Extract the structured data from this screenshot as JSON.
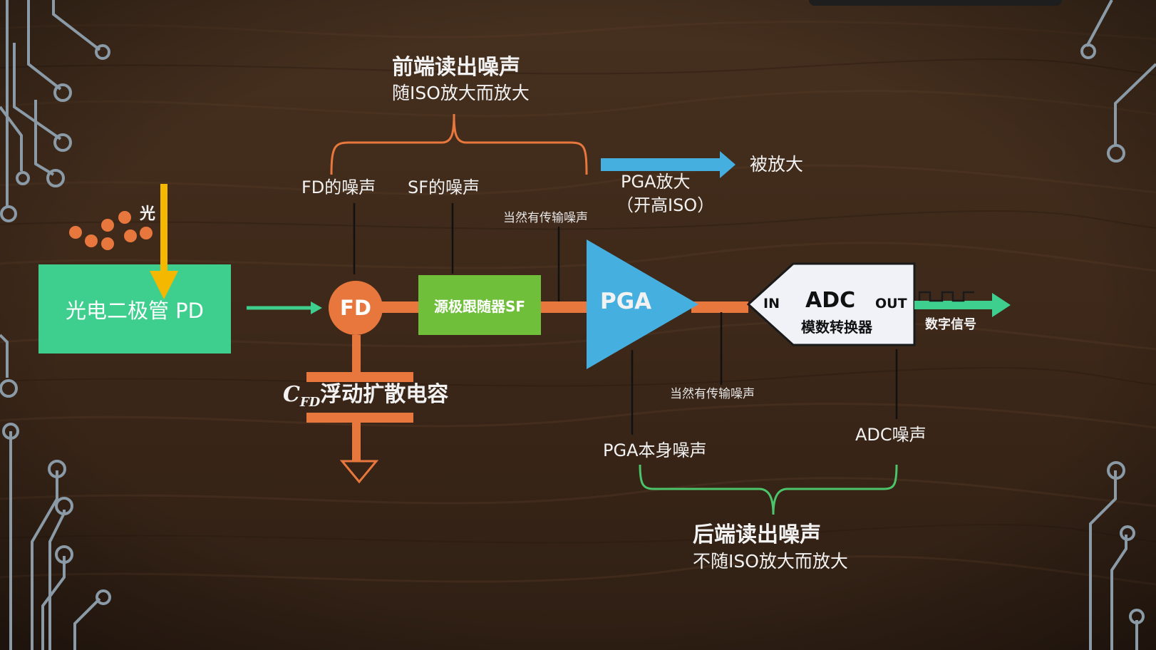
{
  "front_group": {
    "title": "前端读出噪声",
    "subtitle": "随ISO放大而放大"
  },
  "back_group": {
    "title": "后端读出噪声",
    "subtitle": "不随ISO放大而放大"
  },
  "light": {
    "label": "光"
  },
  "photodiode": {
    "label": "光电二极管 PD"
  },
  "fd_node": {
    "label": "FD"
  },
  "capacitor": {
    "symbol": "C",
    "subscript": "FD",
    "label": "浮动扩散电容"
  },
  "source_follower": {
    "label": "源极跟随器SF"
  },
  "pga": {
    "label": "PGA"
  },
  "adc": {
    "label": "ADC",
    "in_label": "IN",
    "out_label": "OUT",
    "sublabel": "模数转换器"
  },
  "digital_signal": {
    "label": "数字信号"
  },
  "amplified": {
    "label": "被放大"
  },
  "pga_gain": {
    "line1": "PGA放大",
    "line2": "（开高ISO）"
  },
  "noise_labels": {
    "fd": "FD的噪声",
    "sf": "SF的噪声",
    "transfer_top": "当然有传输噪声",
    "transfer_bottom": "当然有传输噪声",
    "pga": "PGA本身噪声",
    "adc": "ADC噪声"
  },
  "colors": {
    "wood_dark": "#3a2417",
    "wood_mid": "#4e3222",
    "circuit": "#8a9aa6",
    "orange": "#e8773d",
    "green_box": "#3ecf8e",
    "sf_green": "#6fbf3a",
    "pga_blue": "#45b0e0",
    "yellow": "#f5b800",
    "green_arrow": "#3ecf8e",
    "brace_orange": "#e8773d",
    "brace_green": "#4cc46a",
    "adc_fill": "#f0f2f8"
  }
}
